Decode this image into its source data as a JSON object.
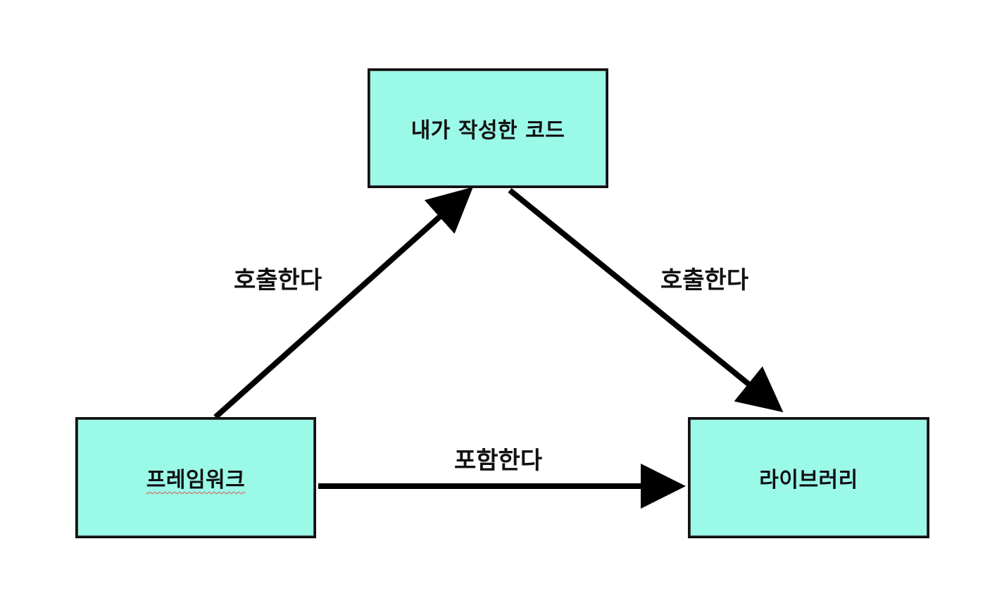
{
  "colors": {
    "node_fill": "#9bf9e8",
    "node_border": "#111111",
    "arrow": "#000000"
  },
  "nodes": {
    "my_code": {
      "label": "내가 작성한 코드"
    },
    "framework": {
      "label": "프레임워크"
    },
    "library": {
      "label": "라이브러리"
    }
  },
  "edges": {
    "framework_to_code": {
      "label": "호출한다"
    },
    "code_to_library": {
      "label": "호출한다"
    },
    "framework_to_library": {
      "label": "포함한다"
    }
  }
}
